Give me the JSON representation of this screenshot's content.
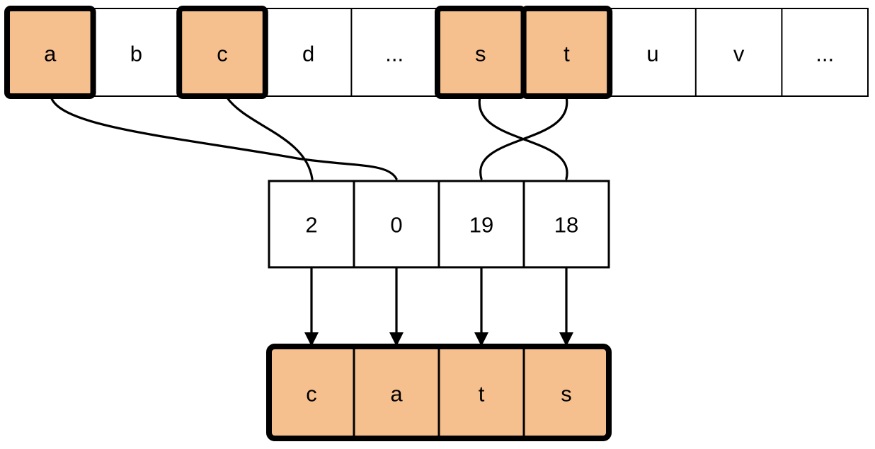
{
  "colors": {
    "background": "#FFFFFF",
    "alphabet_plain_fill": "#FCE5CD",
    "alphabet_highlight_fill": "#F6BF8E",
    "index_fill": "#D9EAD3",
    "output_fill": "#F6BF8E",
    "stroke": "#000000"
  },
  "alphabet_row": {
    "cells": [
      {
        "label": "a",
        "highlighted": true
      },
      {
        "label": "b",
        "highlighted": false
      },
      {
        "label": "c",
        "highlighted": true
      },
      {
        "label": "d",
        "highlighted": false
      },
      {
        "label": "...",
        "highlighted": false
      },
      {
        "label": "s",
        "highlighted": true
      },
      {
        "label": "t",
        "highlighted": true
      },
      {
        "label": "u",
        "highlighted": false
      },
      {
        "label": "v",
        "highlighted": false
      },
      {
        "label": "...",
        "highlighted": false
      }
    ]
  },
  "index_row": {
    "values": [
      "2",
      "0",
      "19",
      "18"
    ]
  },
  "output_row": {
    "letters": [
      "c",
      "a",
      "t",
      "s"
    ]
  },
  "mappings": [
    {
      "letter": "a",
      "index": "0"
    },
    {
      "letter": "c",
      "index": "2"
    },
    {
      "letter": "s",
      "index": "18"
    },
    {
      "letter": "t",
      "index": "19"
    }
  ]
}
